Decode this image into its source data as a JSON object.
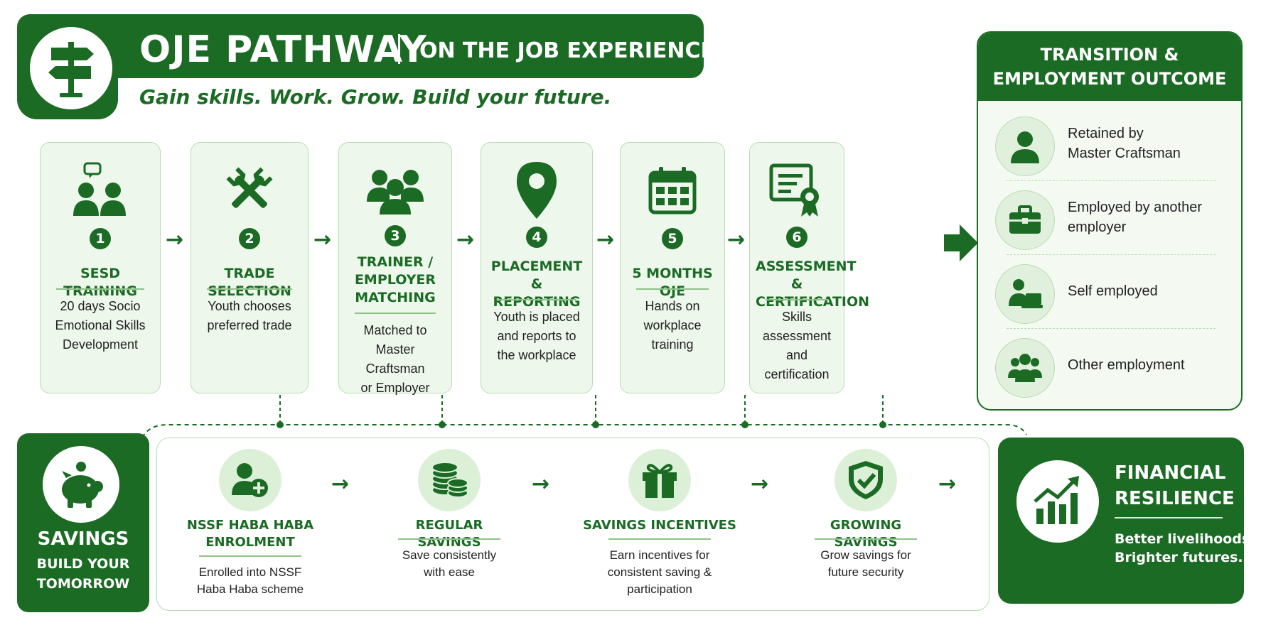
{
  "header": {
    "title": "OJE PATHWAY",
    "subtitle": "ON THE JOB EXPERIENCE",
    "tagline": "Gain skills. Work. Grow. Build your future.",
    "logo_icon": "signpost-icon"
  },
  "steps": [
    {
      "number": "1",
      "title_lines": [
        "SESD TRAINING"
      ],
      "desc_lines": [
        "20 days Socio",
        "Emotional Skills",
        "Development"
      ],
      "icon": "people-chat-icon"
    },
    {
      "number": "2",
      "title_lines": [
        "TRADE SELECTION"
      ],
      "desc_lines": [
        "Youth chooses",
        "preferred trade"
      ],
      "icon": "tools-icon"
    },
    {
      "number": "3",
      "title_lines": [
        "TRAINER /",
        "EMPLOYER",
        "MATCHING"
      ],
      "desc_lines": [
        "Matched to",
        "Master Craftsman",
        "or Employer"
      ],
      "icon": "group-icon"
    },
    {
      "number": "4",
      "title_lines": [
        "PLACEMENT &",
        "REPORTING"
      ],
      "desc_lines": [
        "Youth is placed",
        "and reports to",
        "the workplace"
      ],
      "icon": "location-pin-icon"
    },
    {
      "number": "5",
      "title_lines": [
        "5 MONTHS OJE"
      ],
      "desc_lines": [
        "Hands on",
        "workplace",
        "training"
      ],
      "icon": "calendar-icon"
    },
    {
      "number": "6",
      "title_lines": [
        "ASSESSMENT &",
        "CERTIFICATION"
      ],
      "desc_lines": [
        "Skills assessment",
        "and certification"
      ],
      "icon": "certificate-icon"
    }
  ],
  "outcome": {
    "title_lines": [
      "TRANSITION &",
      "EMPLOYMENT OUTCOME"
    ],
    "items": [
      {
        "label_lines": [
          "Retained by",
          "Master Craftsman"
        ],
        "icon": "person-icon"
      },
      {
        "label_lines": [
          "Employed by another",
          "employer"
        ],
        "icon": "briefcase-icon"
      },
      {
        "label_lines": [
          "Self employed"
        ],
        "icon": "laptop-user-icon"
      },
      {
        "label_lines": [
          "Other employment"
        ],
        "icon": "team-icon"
      }
    ]
  },
  "savings": {
    "title": "SAVINGS",
    "subtitle_lines": [
      "BUILD YOUR",
      "TOMORROW"
    ],
    "icon": "piggy-bank-icon",
    "stages": [
      {
        "title_lines": [
          "NSSF HABA HABA",
          "ENROLMENT"
        ],
        "desc_lines": [
          "Enrolled into NSSF",
          "Haba Haba scheme"
        ],
        "icon": "add-user-icon"
      },
      {
        "title_lines": [
          "REGULAR SAVINGS"
        ],
        "desc_lines": [
          "Save consistently",
          "with ease"
        ],
        "icon": "coins-icon"
      },
      {
        "title_lines": [
          "SAVINGS INCENTIVES"
        ],
        "desc_lines": [
          "Earn incentives for",
          "consistent saving &",
          "participation"
        ],
        "icon": "gift-icon"
      },
      {
        "title_lines": [
          "GROWING SAVINGS"
        ],
        "desc_lines": [
          "Grow savings for",
          "future security"
        ],
        "icon": "shield-check-icon"
      }
    ]
  },
  "financial": {
    "title_lines": [
      "FINANCIAL",
      "RESILIENCE"
    ],
    "subtitle_lines": [
      "Better livelihoods.",
      "Brighter futures."
    ],
    "icon": "growth-chart-icon"
  },
  "colors": {
    "primary": "#1b6b25",
    "card_bg": "#eef7ec",
    "card_border": "#b9dcb4"
  }
}
